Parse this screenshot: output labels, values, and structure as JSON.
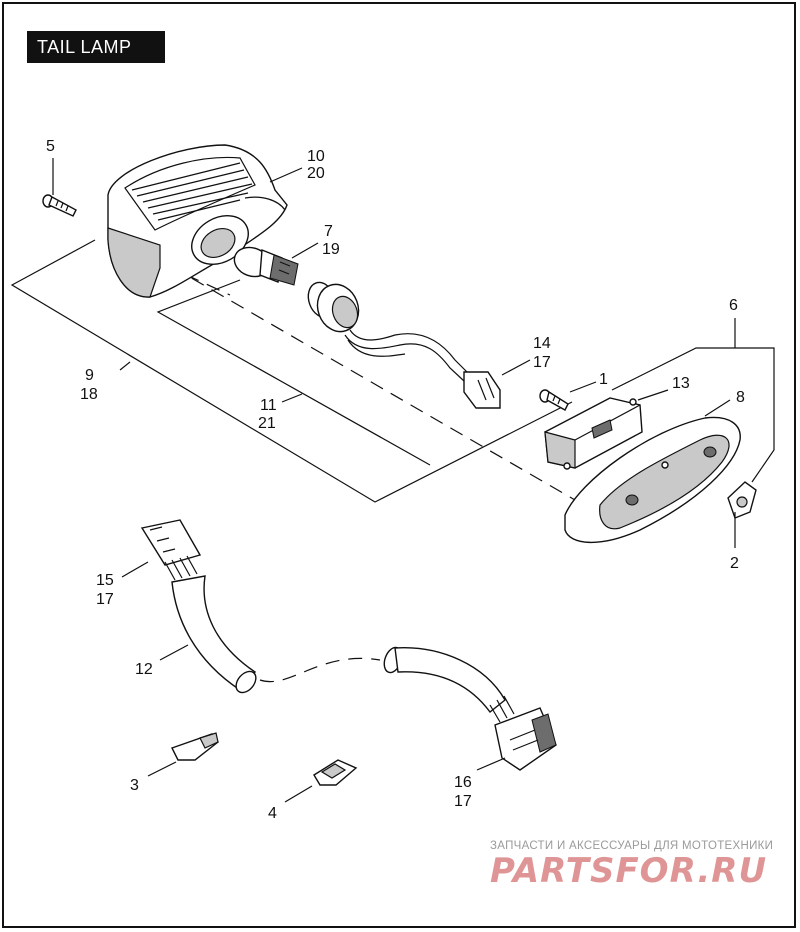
{
  "title": "TAIL LAMP",
  "callouts": {
    "c1": "1",
    "c2": "2",
    "c3": "3",
    "c4": "4",
    "c5": "5",
    "c6": "6",
    "c7a": "7",
    "c7b": "19",
    "c8": "8",
    "c9a": "9",
    "c9b": "18",
    "c10a": "10",
    "c10b": "20",
    "c11a": "11",
    "c11b": "21",
    "c12": "12",
    "c13": "13",
    "c14a": "14",
    "c14b": "17",
    "c15a": "15",
    "c15b": "17",
    "c16a": "16",
    "c16b": "17"
  },
  "watermark": {
    "tagline": "ЗАПЧАСТИ И АКСЕССУАРЫ ДЛЯ МОТОТЕХНИКИ",
    "brand": "PARTSFOR.RU"
  },
  "colors": {
    "ink": "#111111",
    "title_bg": "#111111",
    "watermark": "#c64040"
  }
}
